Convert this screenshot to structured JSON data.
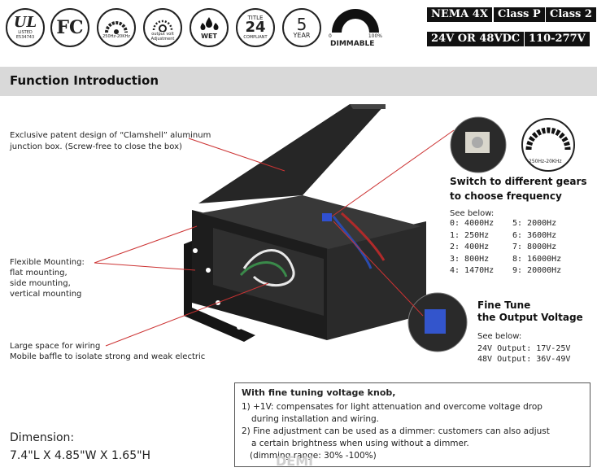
{
  "badges": {
    "ul_text": "UL",
    "ul_listed": "LISTED",
    "ul_number": "E534743",
    "fcc": "FC",
    "freq_range": "250Hz-20KHz",
    "output_volt": "output volt",
    "adjustment": "Adjustment",
    "wet": "WET",
    "title_word": "TITLE",
    "title_num": "24",
    "compliant": "COMPLIANT",
    "year_num": "5",
    "year_word": "YEAR",
    "dim_min": "0",
    "dim_max": "100%",
    "dimmable": "DIMMABLE"
  },
  "specs": {
    "nema": "NEMA 4X",
    "class_p": "Class P",
    "class_2": "Class 2",
    "voltage_out": "24V OR 48VDC",
    "voltage_in": "110-277V"
  },
  "header": {
    "title": "Function Introduction"
  },
  "callouts": {
    "clamshell": [
      "Exclusive patent design of “Clamshell” aluminum",
      "junction box. (Screw-free to close the box)"
    ],
    "mounting": [
      "Flexible Mounting:",
      "flat mounting,",
      "side mounting,",
      "vertical mounting"
    ],
    "wiring": [
      "Large space for wiring",
      "Mobile baffle to isolate strong and weak electric"
    ]
  },
  "gears": {
    "title_1": "Switch to different gears",
    "title_2": "to choose frequency",
    "see_below": "See below:",
    "badge_label": "250Hz-20KHz",
    "left": [
      "0: 4000Hz",
      "1: 250Hz",
      "2: 400Hz",
      "3: 800Hz",
      "4: 1470Hz"
    ],
    "right": [
      "5: 2000Hz",
      "6: 3600Hz",
      "7: 8000Hz",
      "8: 16000Hz",
      "9: 20000Hz"
    ]
  },
  "finetune": {
    "title_1": "Fine Tune",
    "title_2": "the Output Voltage",
    "see_below": "See below:",
    "lines": [
      "24V Output: 17V-25V",
      "48V Output: 36V-49V"
    ]
  },
  "notes": {
    "title": "With fine tuning voltage knob,",
    "lines": [
      "1)  +1V:  compensates for light attenuation and overcome voltage drop",
      "during installation and wiring.",
      "2)  Fine adjustment can be used as a dimmer:  customers can also adjust",
      "a certain brightness when using without a dimmer.",
      "(dimming range: 30% -100%)"
    ],
    "watermark": "DEMI"
  },
  "dimension": {
    "label": "Dimension:",
    "value": "7.4\"L X 4.85\"W X 1.65\"H"
  },
  "colors": {
    "header_bg": "#d9d9d9",
    "spec_bg": "#111111",
    "callout_line": "#cc3333"
  }
}
